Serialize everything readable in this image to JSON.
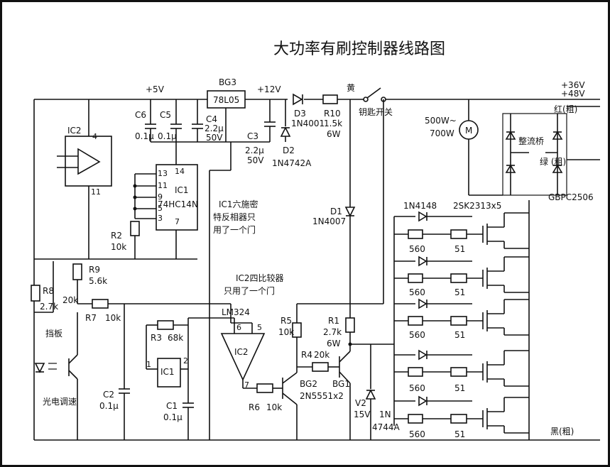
{
  "title": "大功率有刷控制器线路图",
  "labels": {
    "bg3_name": "BG3",
    "bg3_type": "78L05",
    "plus5v": "+5V",
    "plus12v": "+12V",
    "c6": "C6",
    "c6_val": "0.1μ",
    "c5": "C5",
    "c5_val": "0.1μ",
    "c4": "C4",
    "c4_val1": "2.2μ",
    "c4_val2": "50V",
    "c3": "C3",
    "c3_val1": "2.2μ",
    "c3_val2": "50V",
    "d3": "D3",
    "d3_type": "1N4001",
    "d2": "D2",
    "d2_type": "1N4742A",
    "r10": "R10",
    "r10_val1": "1.5k",
    "r10_val2": "6W",
    "yellow": "黄",
    "key_switch": "钥匙开关",
    "plus36v": "+36V",
    "plus48v": "+48V",
    "red_thick": "红(粗)",
    "green_thick": "绿 (粗)",
    "rectifier": "整流桥",
    "bridge_type": "GBPC2506",
    "motor": "M",
    "motor_power1": "500W~",
    "motor_power2": "700W",
    "ic2": "IC2",
    "ic2_pin4": "4",
    "ic2_pin11": "11",
    "ic1": "IC1",
    "ic1_type": "74HC14N",
    "ic1_pin14": "14",
    "ic1_pin13": "13",
    "ic1_pin11": "11",
    "ic1_pin9": "9",
    "ic1_pin5": "5",
    "ic1_pin3": "3",
    "ic1_pin7": "7",
    "ic1_note1": "IC1六施密",
    "ic1_note2": "特反相器只",
    "ic1_note3": "用了一个门",
    "r2": "R2",
    "r2_val": "10k",
    "d1": "D1",
    "d1_type": "1N4007",
    "d_fb": "1N4148",
    "mosfet": "2SK2313x5",
    "r560": "560",
    "r51": "51",
    "r8": "R8",
    "r8_val": "2.7k",
    "r9": "R9",
    "r9_val": "5.6k",
    "r20k": "20k",
    "r7": "R7",
    "r7_val": "10k",
    "baffle": "挡板",
    "photo_speed": "光电调速",
    "ic2_note1": "IC2四比较器",
    "ic2_note2": "只用了一个门",
    "lm324": "LM324",
    "op_pin6": "6",
    "op_pin5": "5",
    "op_pin7": "7",
    "ic2_op": "IC2",
    "r3": "R3",
    "r3_val": "68k",
    "pin1": "1",
    "pin2": "2",
    "ic1_small": "IC1",
    "c2": "C2",
    "c2_val": "0.1μ",
    "c1": "C1",
    "c1_val": "0.1μ",
    "r6": "R6",
    "r6_val": "10k",
    "r5": "R5",
    "r5_val": "10k",
    "r4": "R4",
    "r4_val": "20k",
    "r1": "R1",
    "r1_val1": "2.7k",
    "r1_val2": "6W",
    "bg2": "BG2",
    "bg2_type": "2N5551x2",
    "bg1": "BG1",
    "v2": "V2",
    "v2_val": "15V",
    "zener1": "1N",
    "zener2": "4744A",
    "black_thick": "黑(粗)"
  }
}
